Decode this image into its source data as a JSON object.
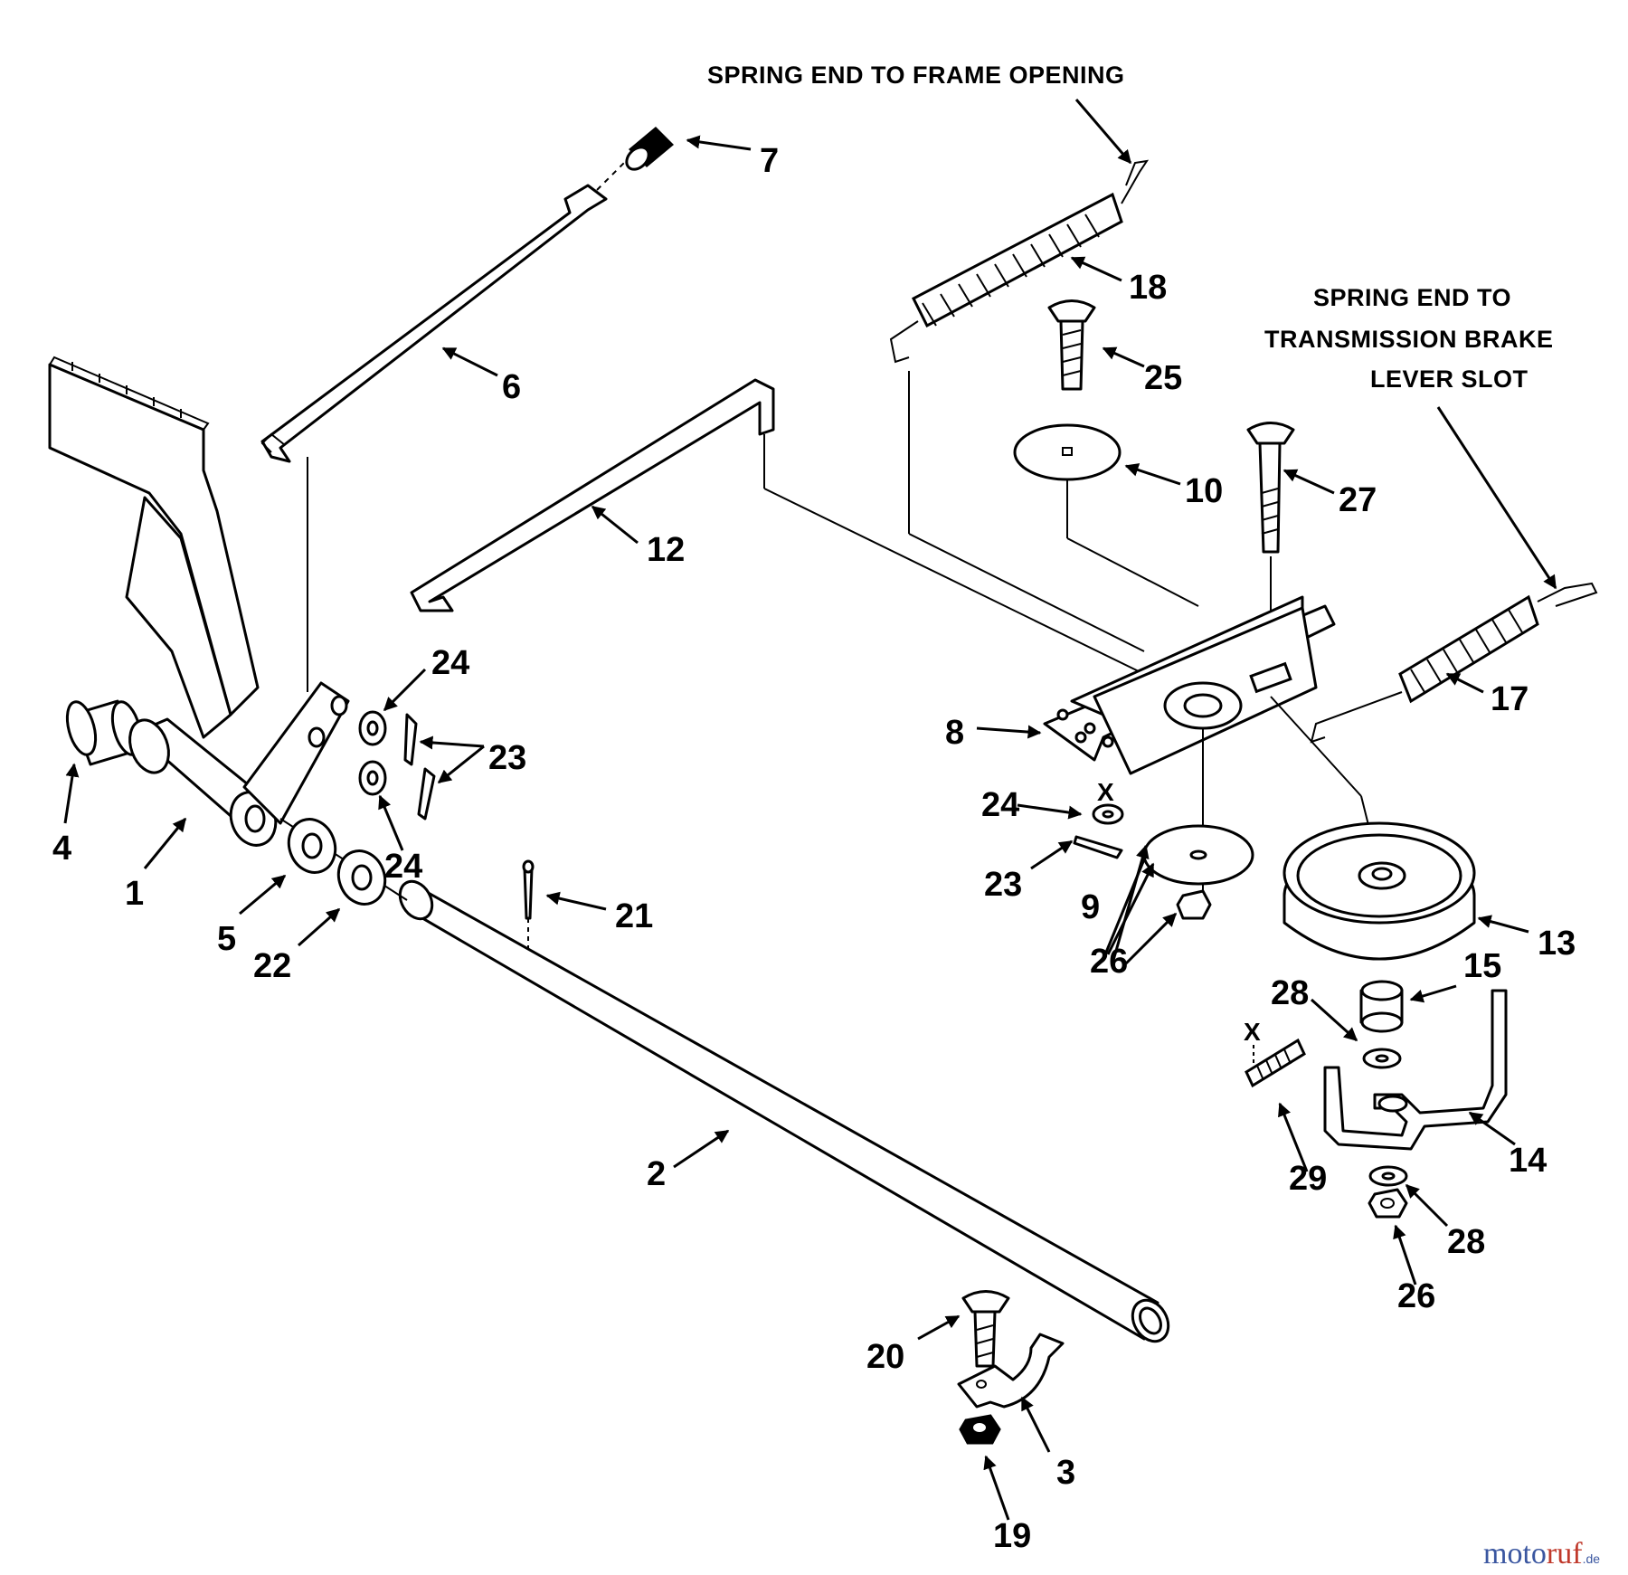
{
  "notes": {
    "frame_spring": "SPRING END TO FRAME OPENING",
    "brake_line1": "SPRING END TO",
    "brake_line2": "TRANSMISSION BRAKE",
    "brake_line3": "LEVER SLOT"
  },
  "callouts": {
    "c1": "1",
    "c2": "2",
    "c3": "3",
    "c4": "4",
    "c5": "5",
    "c6": "6",
    "c7": "7",
    "c8": "8",
    "c9": "9",
    "c10": "10",
    "c12": "12",
    "c13": "13",
    "c14": "14",
    "c15": "15",
    "c17": "17",
    "c18": "18",
    "c19": "19",
    "c20": "20",
    "c21": "21",
    "c22": "22",
    "c23a": "23",
    "c23b": "23",
    "c24a": "24",
    "c24b": "24",
    "c24c": "24",
    "c25": "25",
    "c26a": "26",
    "c26b": "26",
    "c27": "27",
    "c28a": "28",
    "c28b": "28",
    "c29": "29",
    "xa": "X",
    "xb": "X"
  },
  "watermark": {
    "part1": "moto",
    "part2": "ruf",
    "part3": ".de"
  }
}
